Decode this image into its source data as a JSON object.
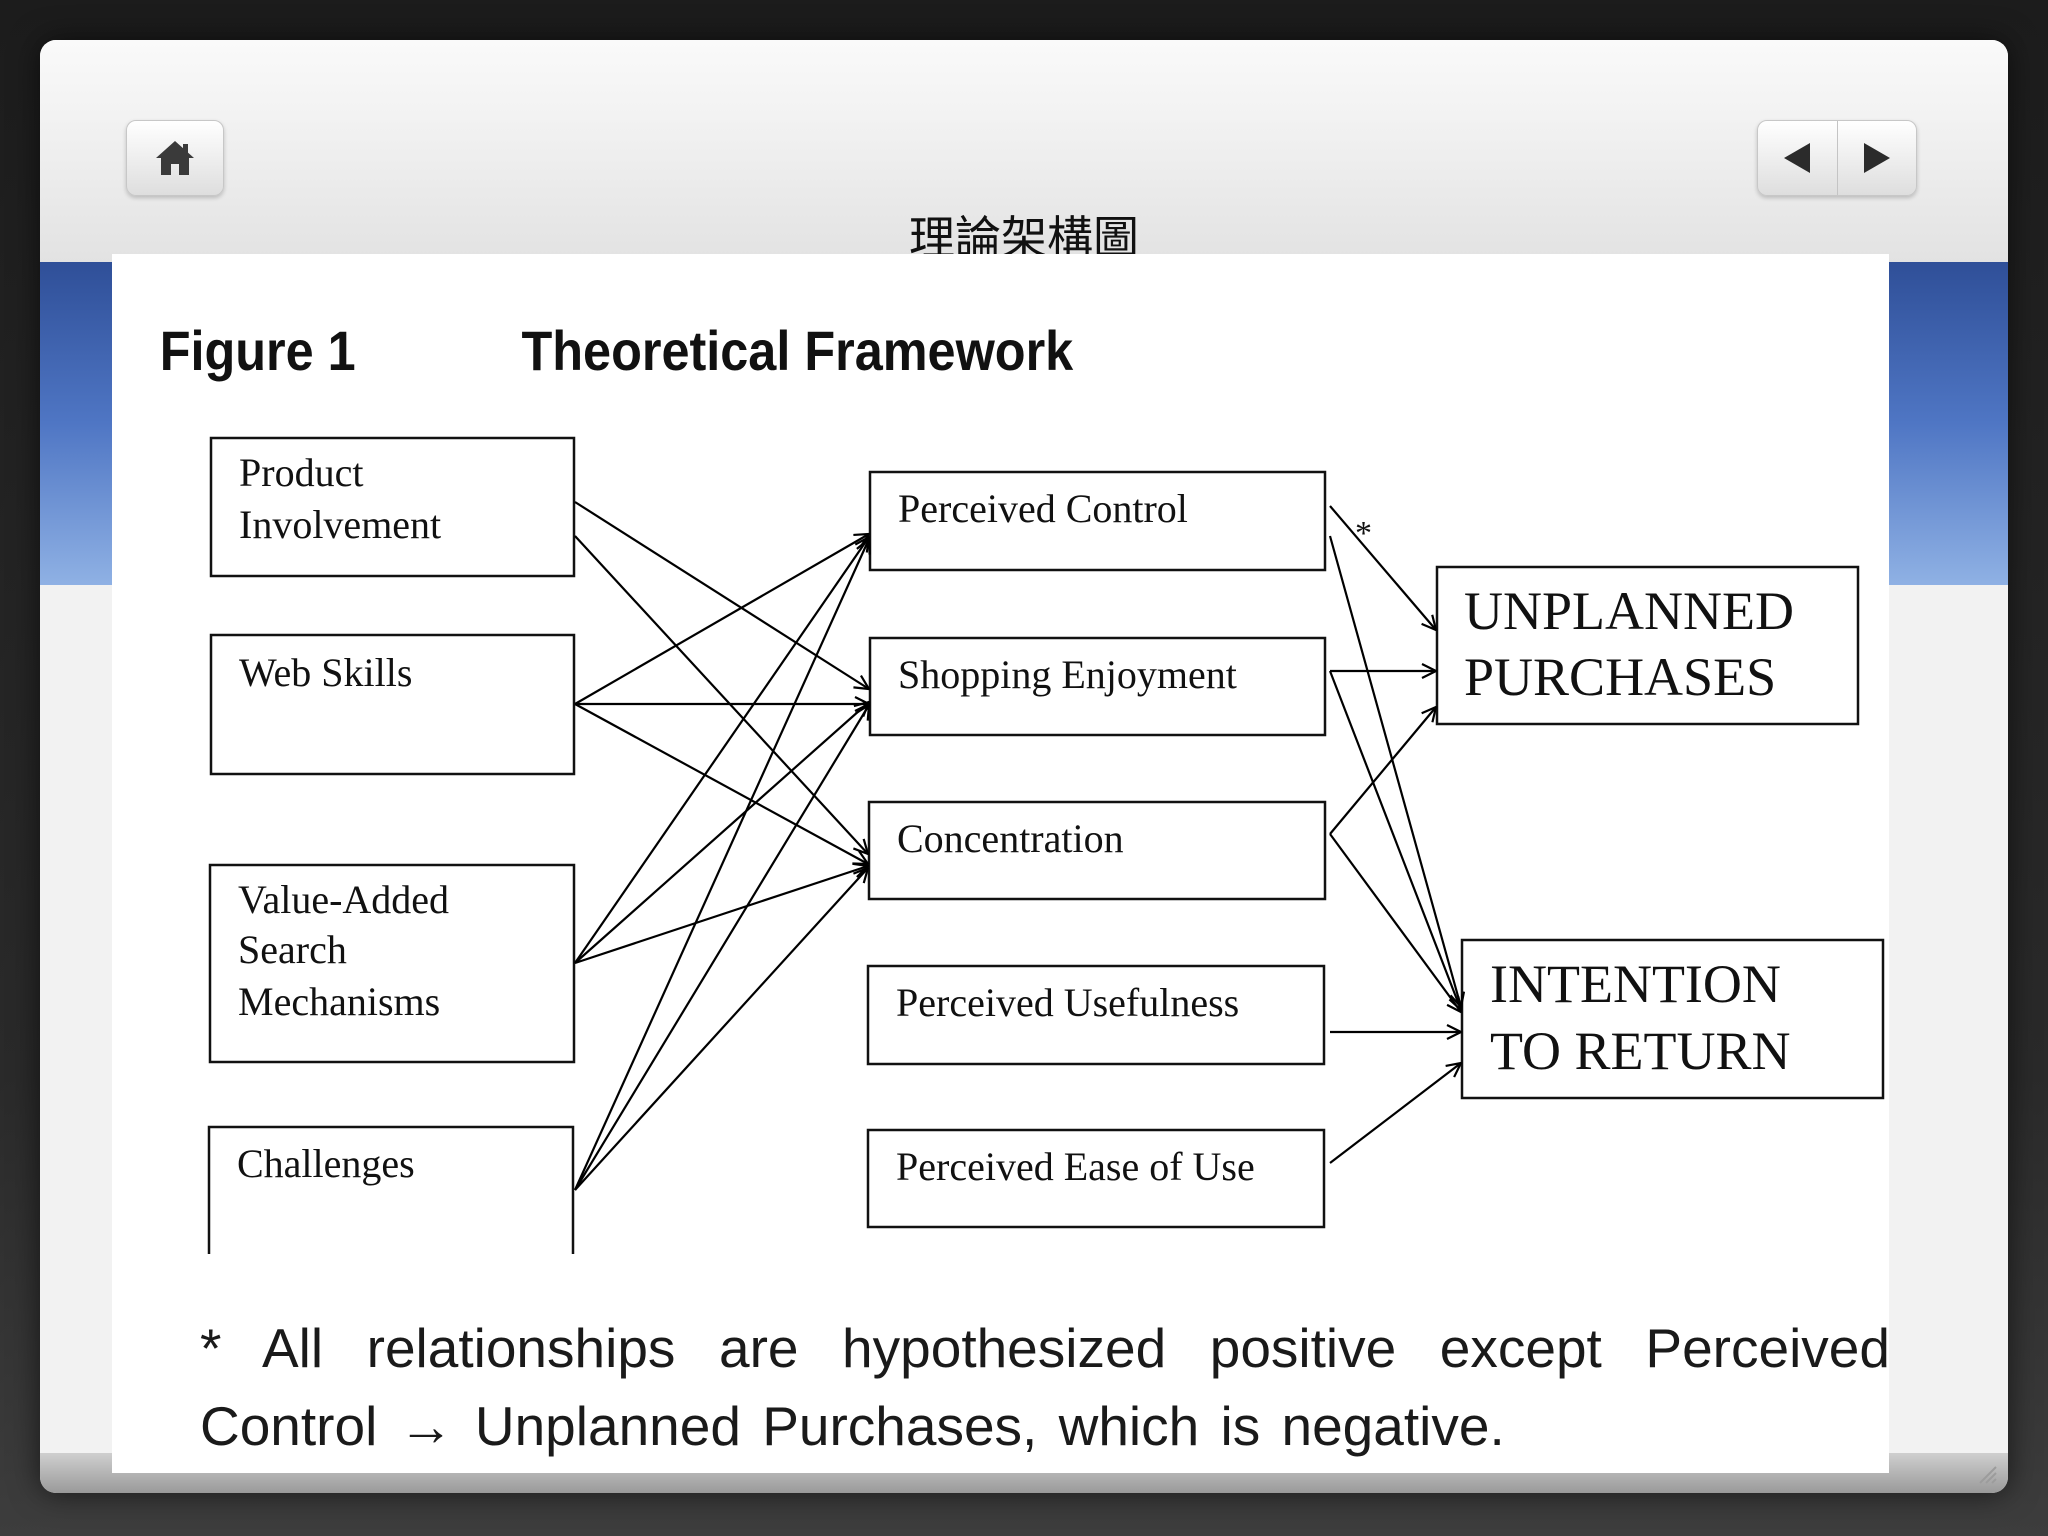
{
  "slide": {
    "title": "理論架構圖"
  },
  "controls": {
    "home": "home-icon",
    "prev": "triangle-left-icon",
    "next": "triangle-right-icon"
  },
  "figure": {
    "number": "Figure 1",
    "title": "Theoretical Framework",
    "antecedents": [
      [
        "Product",
        "Involvement"
      ],
      [
        "Web Skills"
      ],
      [
        "Value-Added",
        "Search",
        "Mechanisms"
      ],
      [
        "Challenges"
      ]
    ],
    "mediators": [
      "Perceived Control",
      "Shopping Enjoyment",
      "Concentration",
      "Perceived Usefulness",
      "Perceived Ease of Use"
    ],
    "outcomes": [
      [
        "UNPLANNED",
        "PURCHASES"
      ],
      [
        "INTENTION",
        "TO RETURN"
      ]
    ],
    "asterisk_label": "*",
    "footnote": "* All relationships are hypothesized positive except Perceived Control → Unplanned Purchases, which is negative."
  },
  "colors": {
    "band": "#3f64b4",
    "line": "#000000"
  }
}
